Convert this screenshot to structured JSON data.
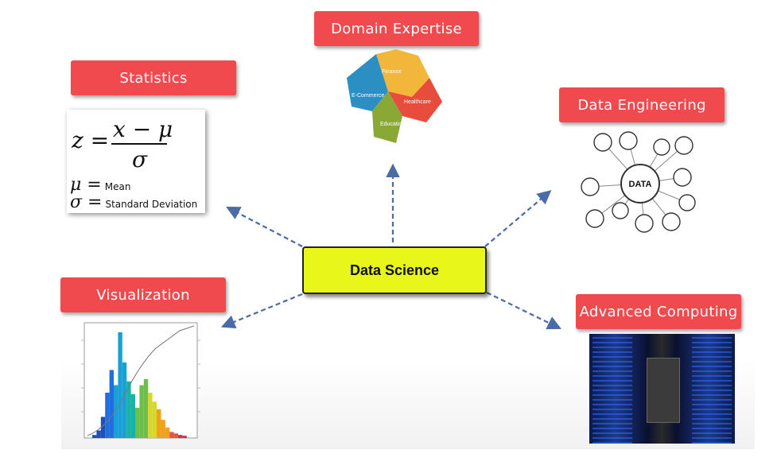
{
  "center": {
    "label": "Data Science"
  },
  "nodes": {
    "domain": {
      "label": "Domain Expertise",
      "puzzle": [
        "Finance",
        "E-Commerce",
        "Healthcare",
        "Education"
      ]
    },
    "statistics": {
      "label": "Statistics",
      "formula": {
        "lhs": "z =",
        "numerator": "x − μ",
        "denominator": "σ",
        "mean_symbol": "μ =",
        "mean_label": "Mean",
        "sd_symbol": "σ =",
        "sd_label": "Standard Deviation"
      }
    },
    "engineering": {
      "label": "Data Engineering",
      "hub": "DATA"
    },
    "visualization": {
      "label": "Visualization"
    },
    "computing": {
      "label": "Advanced Computing"
    }
  },
  "colors": {
    "tag": "#f04a4f",
    "center": "#e8f719",
    "arrow": "#4a6aa8"
  }
}
